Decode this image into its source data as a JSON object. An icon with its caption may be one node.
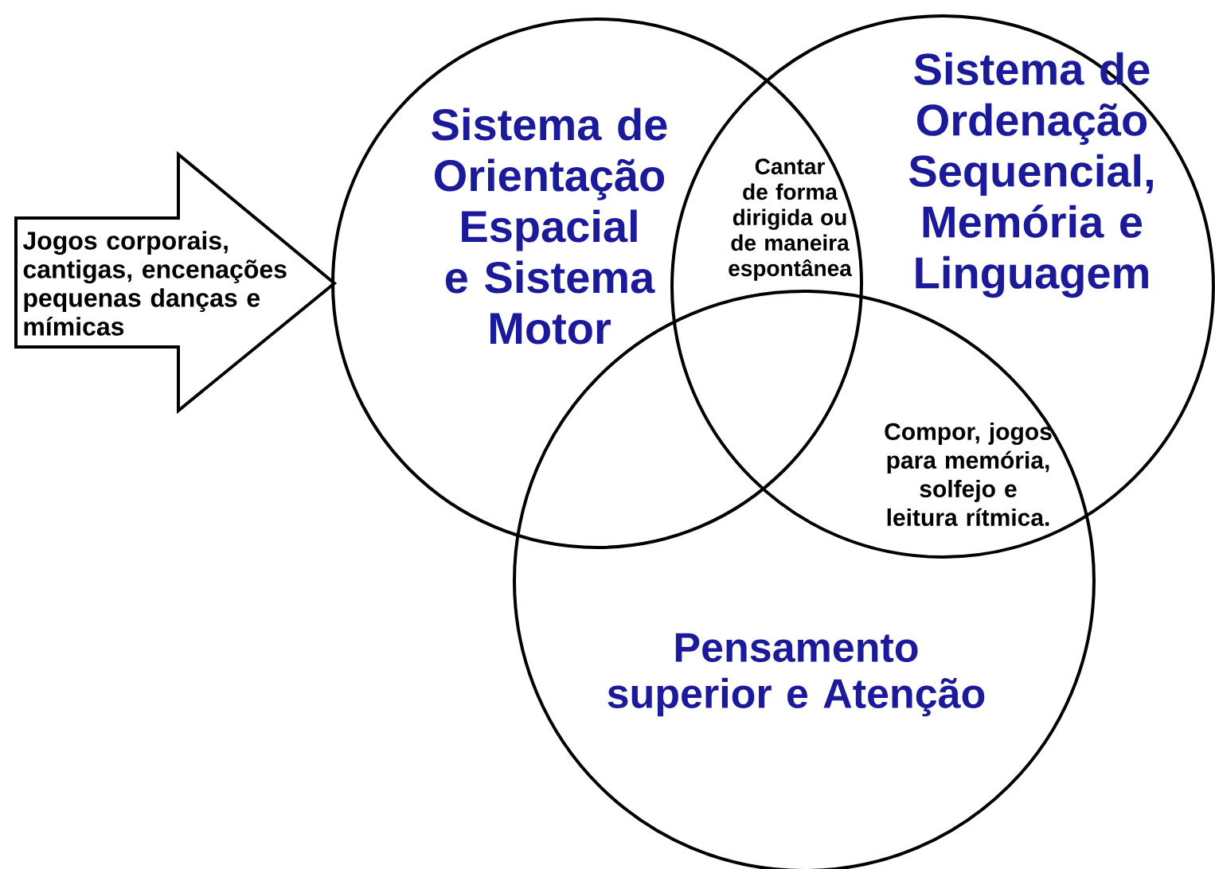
{
  "diagram": {
    "nodes": [
      {
        "text": [
          "Jogos corporais, cantigas, encenações pequenas danças e mímicas"
        ]
      },
      {
        "text": [
          "Sistema de Orientação Espacial e Sistema Motor"
        ]
      },
      {
        "text": [
          "Sistema de Ordenação Sequencial, Memória e Linguagem"
        ]
      },
      {
        "text": [
          "Pensamento superior e Atenção"
        ]
      }
    ],
    "labels": [
      "Cantar de forma dirigida ou de maneira espontânea",
      "Compor, jogos para memória, solfejo e leitura rítmica."
    ]
  }
}
